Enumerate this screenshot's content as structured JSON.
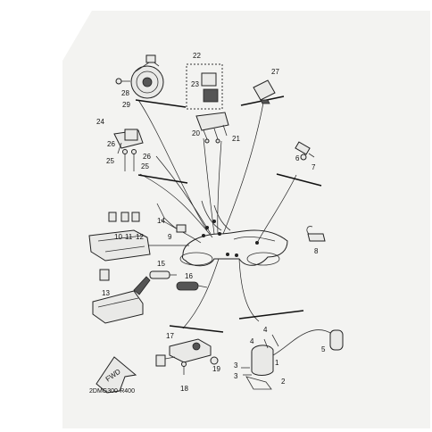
{
  "diagram": {
    "code": "2DMG300-R400",
    "direction_arrow": "FWD",
    "callouts": {
      "c1": "1",
      "c2": "2",
      "c3a": "3",
      "c3b": "3",
      "c4a": "4",
      "c4b": "4",
      "c5": "5",
      "c6": "6",
      "c7": "7",
      "c8": "8",
      "c9": "9",
      "c10": "10",
      "c11": "11",
      "c12": "12",
      "c13": "13",
      "c14": "14",
      "c15": "15",
      "c16": "16",
      "c17": "17",
      "c18": "18",
      "c19": "19",
      "c20": "20",
      "c21": "21",
      "c22": "22",
      "c23": "23",
      "c24": "24",
      "c25a": "25",
      "c25b": "25",
      "c26a": "26",
      "c26b": "26",
      "c27": "27",
      "c28": "28",
      "c29": "29"
    }
  }
}
